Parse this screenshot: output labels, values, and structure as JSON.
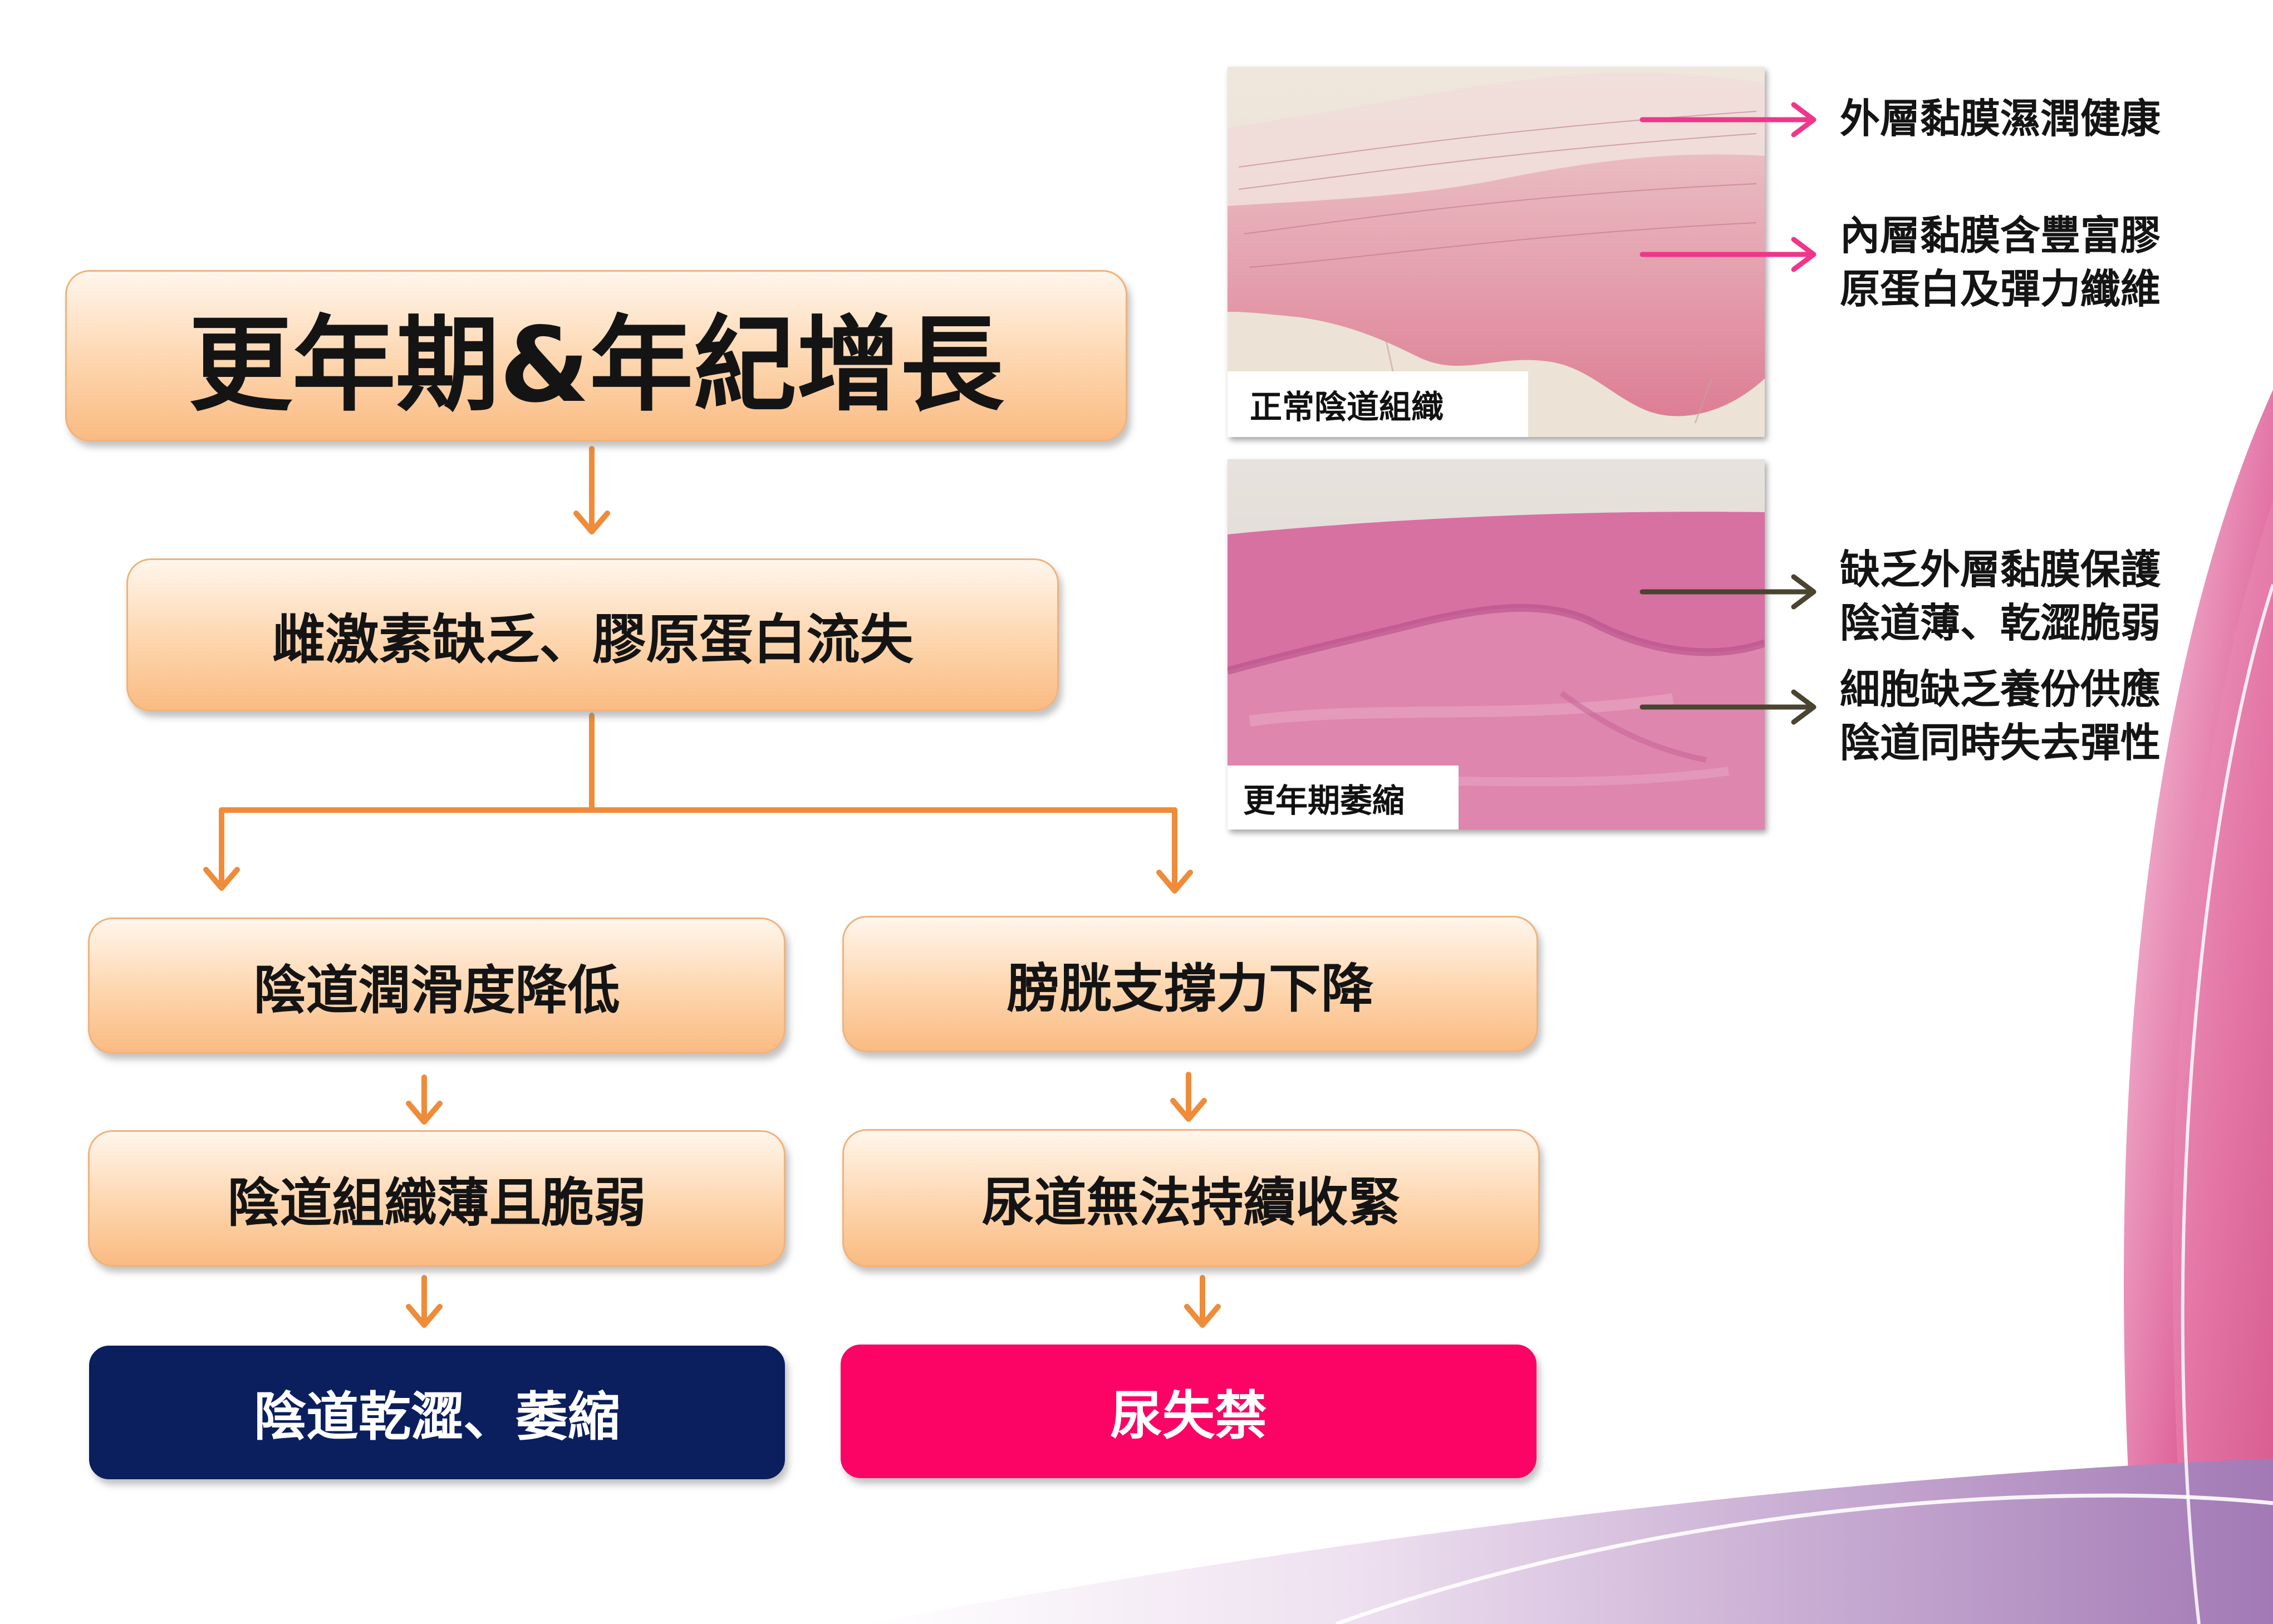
{
  "flow": {
    "top": "更年期&年紀增長",
    "cause": "雌激素缺乏、膠原蛋白流失",
    "left_step1": "陰道潤滑度降低",
    "left_step2": "陰道組織薄且脆弱",
    "left_result": "陰道乾澀、萎縮",
    "right_step1": "膀胱支撐力下降",
    "right_step2": "尿道無法持續收緊",
    "right_result": "尿失禁"
  },
  "micrographs": {
    "normal": {
      "caption": "正常陰道組織",
      "notes": [
        "外層黏膜濕潤健康",
        "內層黏膜含豐富膠",
        "原蛋白及彈力纖維"
      ]
    },
    "atrophy": {
      "caption": "更年期萎縮",
      "notes": [
        "缺乏外層黏膜保護",
        "陰道薄、乾澀脆弱",
        "細胞缺乏養份供應",
        "陰道同時失去彈性"
      ]
    }
  },
  "colors": {
    "box_gradient_top": "#fff6ec",
    "box_gradient_bottom": "#fabb82",
    "connector": "#ee8c3a",
    "navy": "#0b1f5e",
    "pink": "#fb0466",
    "arrow_normal": "#f0368a",
    "arrow_atrophy": "#4a4430"
  }
}
